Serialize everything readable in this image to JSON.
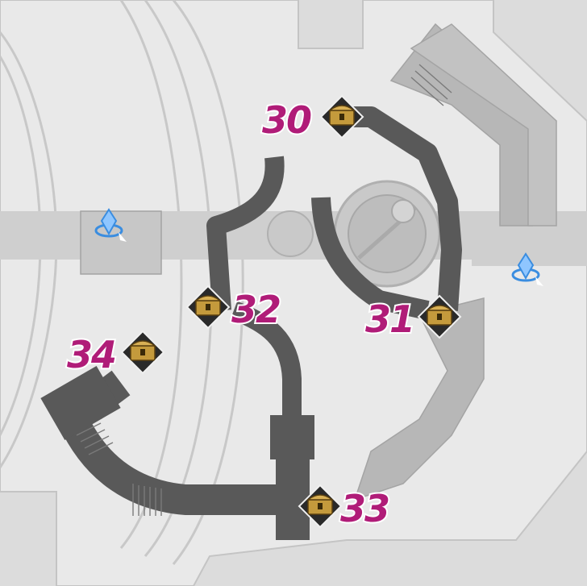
{
  "map": {
    "markers": [
      {
        "id": "30",
        "label": "30"
      },
      {
        "id": "31",
        "label": "31"
      },
      {
        "id": "32",
        "label": "32"
      },
      {
        "id": "33",
        "label": "33"
      },
      {
        "id": "34",
        "label": "34"
      }
    ],
    "waypoints": [
      {
        "id": "west",
        "icon": "space-anchor-icon"
      },
      {
        "id": "east",
        "icon": "space-anchor-icon"
      }
    ],
    "colors": {
      "label": "#b01c78",
      "label_outline": "#ffffff",
      "path": "#555555",
      "chest": "#c49a3c",
      "anchor": "#3a8de0"
    }
  }
}
